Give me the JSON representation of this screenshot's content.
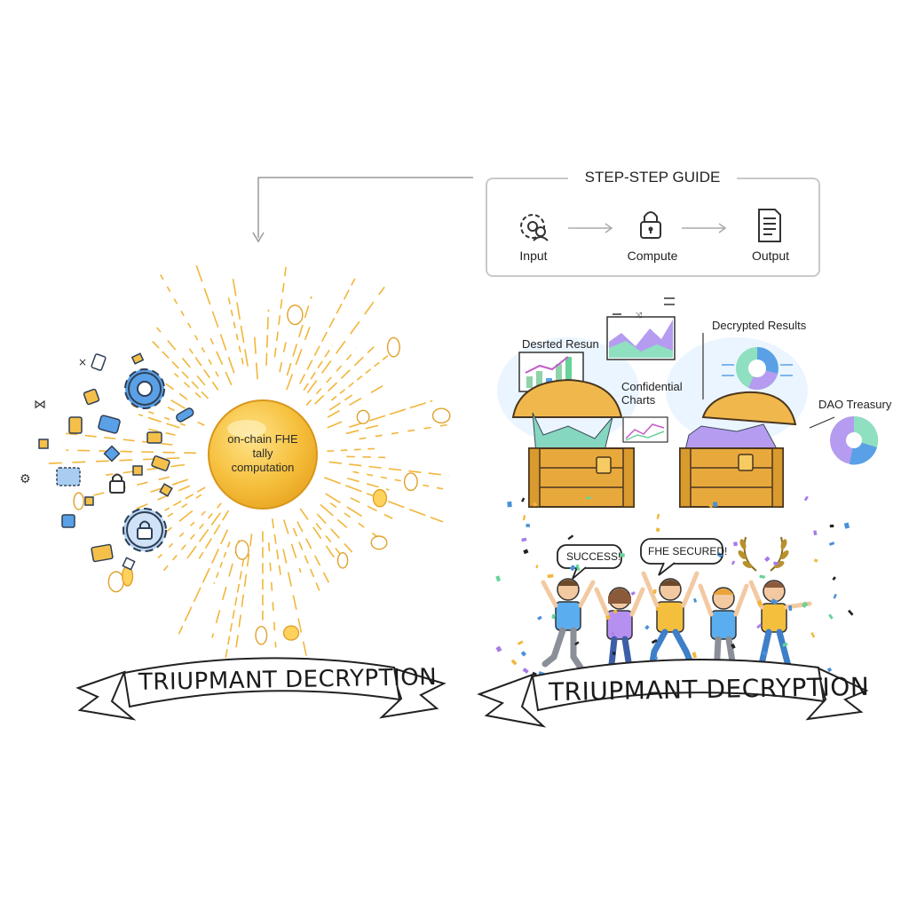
{
  "guide": {
    "title": "STEP-STEP GUIDE",
    "steps": [
      {
        "label": "Input",
        "icon": "gear-person-icon"
      },
      {
        "label": "Compute",
        "icon": "padlock-icon"
      },
      {
        "label": "Output",
        "icon": "document-icon"
      }
    ]
  },
  "left": {
    "orb_text": [
      "on-chain FHE",
      "tally",
      "computation"
    ],
    "banner": "TRIUPMANT DECRYPTION"
  },
  "right": {
    "labels": {
      "desired": "Desrted Resun",
      "confidential": [
        "Confidential",
        "Charts"
      ],
      "decrypted": "Decrypted Results",
      "dao": "DAO Treasury"
    },
    "bubbles": {
      "success": "SUCCESS!",
      "secured": "FHE SECURED!"
    },
    "banner": "TRIUPMANT DECRYPTION"
  },
  "colors": {
    "gold": "#f2b63a",
    "gold_light": "#ffd25e",
    "blue": "#4a90d9",
    "wood": "#e8b04a",
    "purple": "#a67be8",
    "green": "#66d39a"
  }
}
